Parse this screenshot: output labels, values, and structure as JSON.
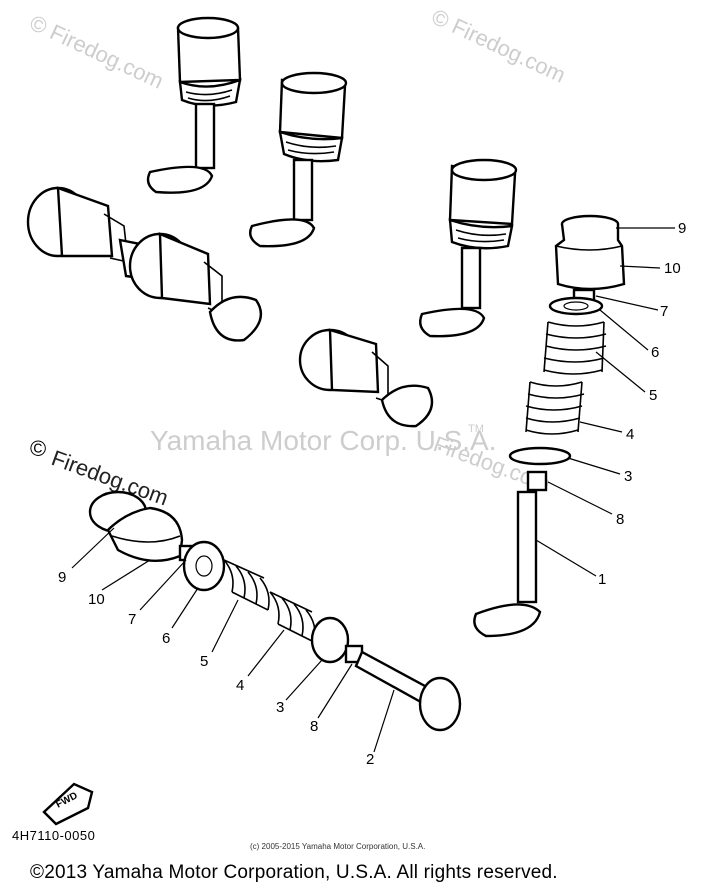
{
  "watermarks": {
    "top_left": "© Firedog.com",
    "top_right": "© Firedog.com",
    "center": "Yamaha Motor Corp. U.S.A.",
    "tm": "TM",
    "mid_left_symbol": "©",
    "mid_left": "Firedog.com",
    "mid_right": "Firedog.com"
  },
  "callouts": {
    "upper": [
      "9",
      "10",
      "7",
      "6",
      "5",
      "4",
      "3",
      "8",
      "1"
    ],
    "lower": [
      "9",
      "10",
      "7",
      "6",
      "5",
      "4",
      "3",
      "8",
      "2"
    ]
  },
  "fwd_label": "FWD",
  "diagram_code": "4H7110-0050",
  "copyright_small": "(c) 2005-2015 Yamaha Motor Corporation, U.S.A.",
  "copyright_main": "©2013 Yamaha Motor Corporation, U.S.A. All rights reserved."
}
